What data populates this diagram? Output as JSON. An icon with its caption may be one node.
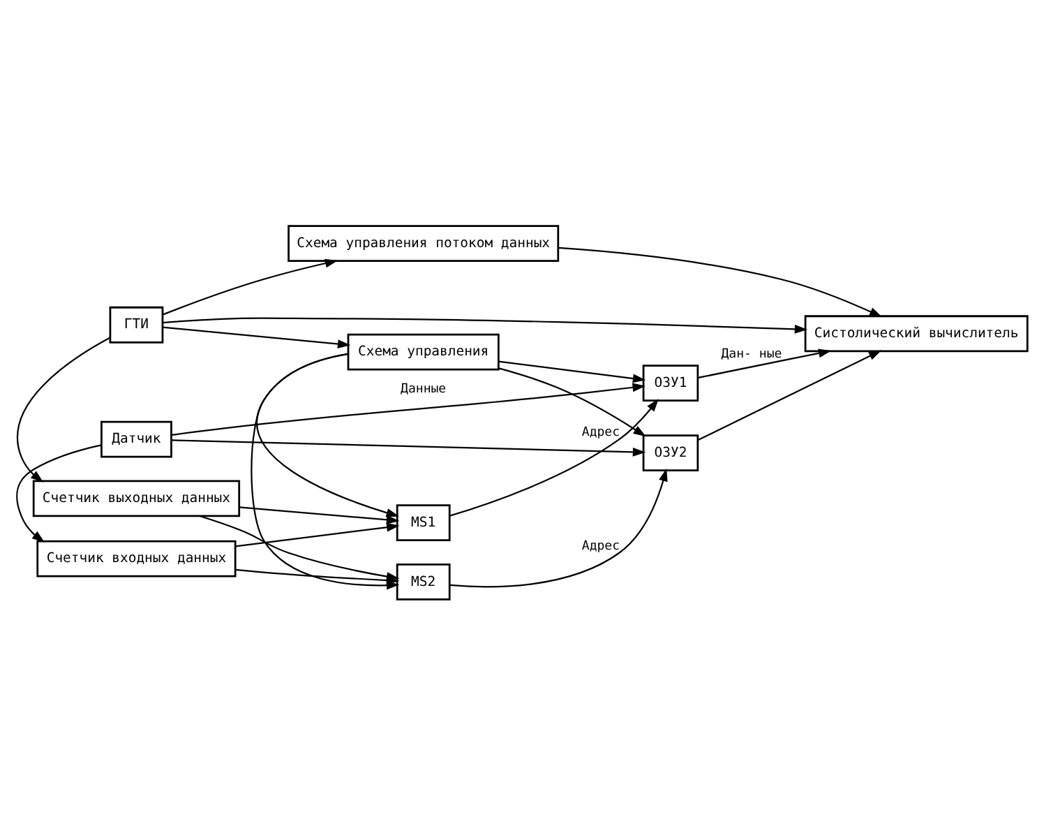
{
  "diagram": {
    "nodes": [
      {
        "text": [
          "Датчик"
        ]
      },
      {
        "text": [
          "Счетчик входных данных"
        ]
      },
      {
        "text": [
          "MS1"
        ]
      },
      {
        "text": [
          "ОЗУ1"
        ]
      },
      {
        "text": [
          "Счетчик выходных данных"
        ]
      },
      {
        "text": [
          "MS2"
        ]
      },
      {
        "text": [
          "ОЗУ2"
        ]
      },
      {
        "text": [
          "Схема управления"
        ]
      },
      {
        "text": [
          "ГТИ"
        ]
      },
      {
        "text": [
          "Систолический вычислитель"
        ]
      },
      {
        "text": [
          "Схема управления потоком данных"
        ]
      }
    ],
    "edges": [
      {
        "from": 0,
        "to": 1,
        "arrow": "to"
      },
      {
        "from": 0,
        "to": 3,
        "arrow": "to",
        "label": "Данные"
      },
      {
        "from": 0,
        "to": 6,
        "arrow": "to"
      },
      {
        "from": 1,
        "to": 2,
        "arrow": "to"
      },
      {
        "from": 1,
        "to": 5,
        "arrow": "to"
      },
      {
        "from": 4,
        "to": 2,
        "arrow": "to"
      },
      {
        "from": 4,
        "to": 5,
        "arrow": "to"
      },
      {
        "from": 2,
        "to": 3,
        "arrow": "to",
        "label": "Адрес"
      },
      {
        "from": 5,
        "to": 6,
        "arrow": "to",
        "label": "Адрес"
      },
      {
        "from": 7,
        "to": 2,
        "arrow": "to"
      },
      {
        "from": 7,
        "to": 3,
        "arrow": "to"
      },
      {
        "from": 7,
        "to": 5,
        "arrow": "to"
      },
      {
        "from": 7,
        "to": 6,
        "arrow": "to"
      },
      {
        "from": 3,
        "to": 9,
        "arrow": "to",
        "label": "Дан- ные"
      },
      {
        "from": 6,
        "to": 9,
        "arrow": "to"
      },
      {
        "from": 8,
        "to": 4,
        "arrow": "to"
      },
      {
        "from": 8,
        "to": 7,
        "arrow": "to"
      },
      {
        "from": 8,
        "to": 10,
        "arrow": "to"
      },
      {
        "from": 8,
        "to": 9,
        "arrow": "to"
      },
      {
        "from": 10,
        "to": 9,
        "arrow": "to"
      }
    ]
  }
}
